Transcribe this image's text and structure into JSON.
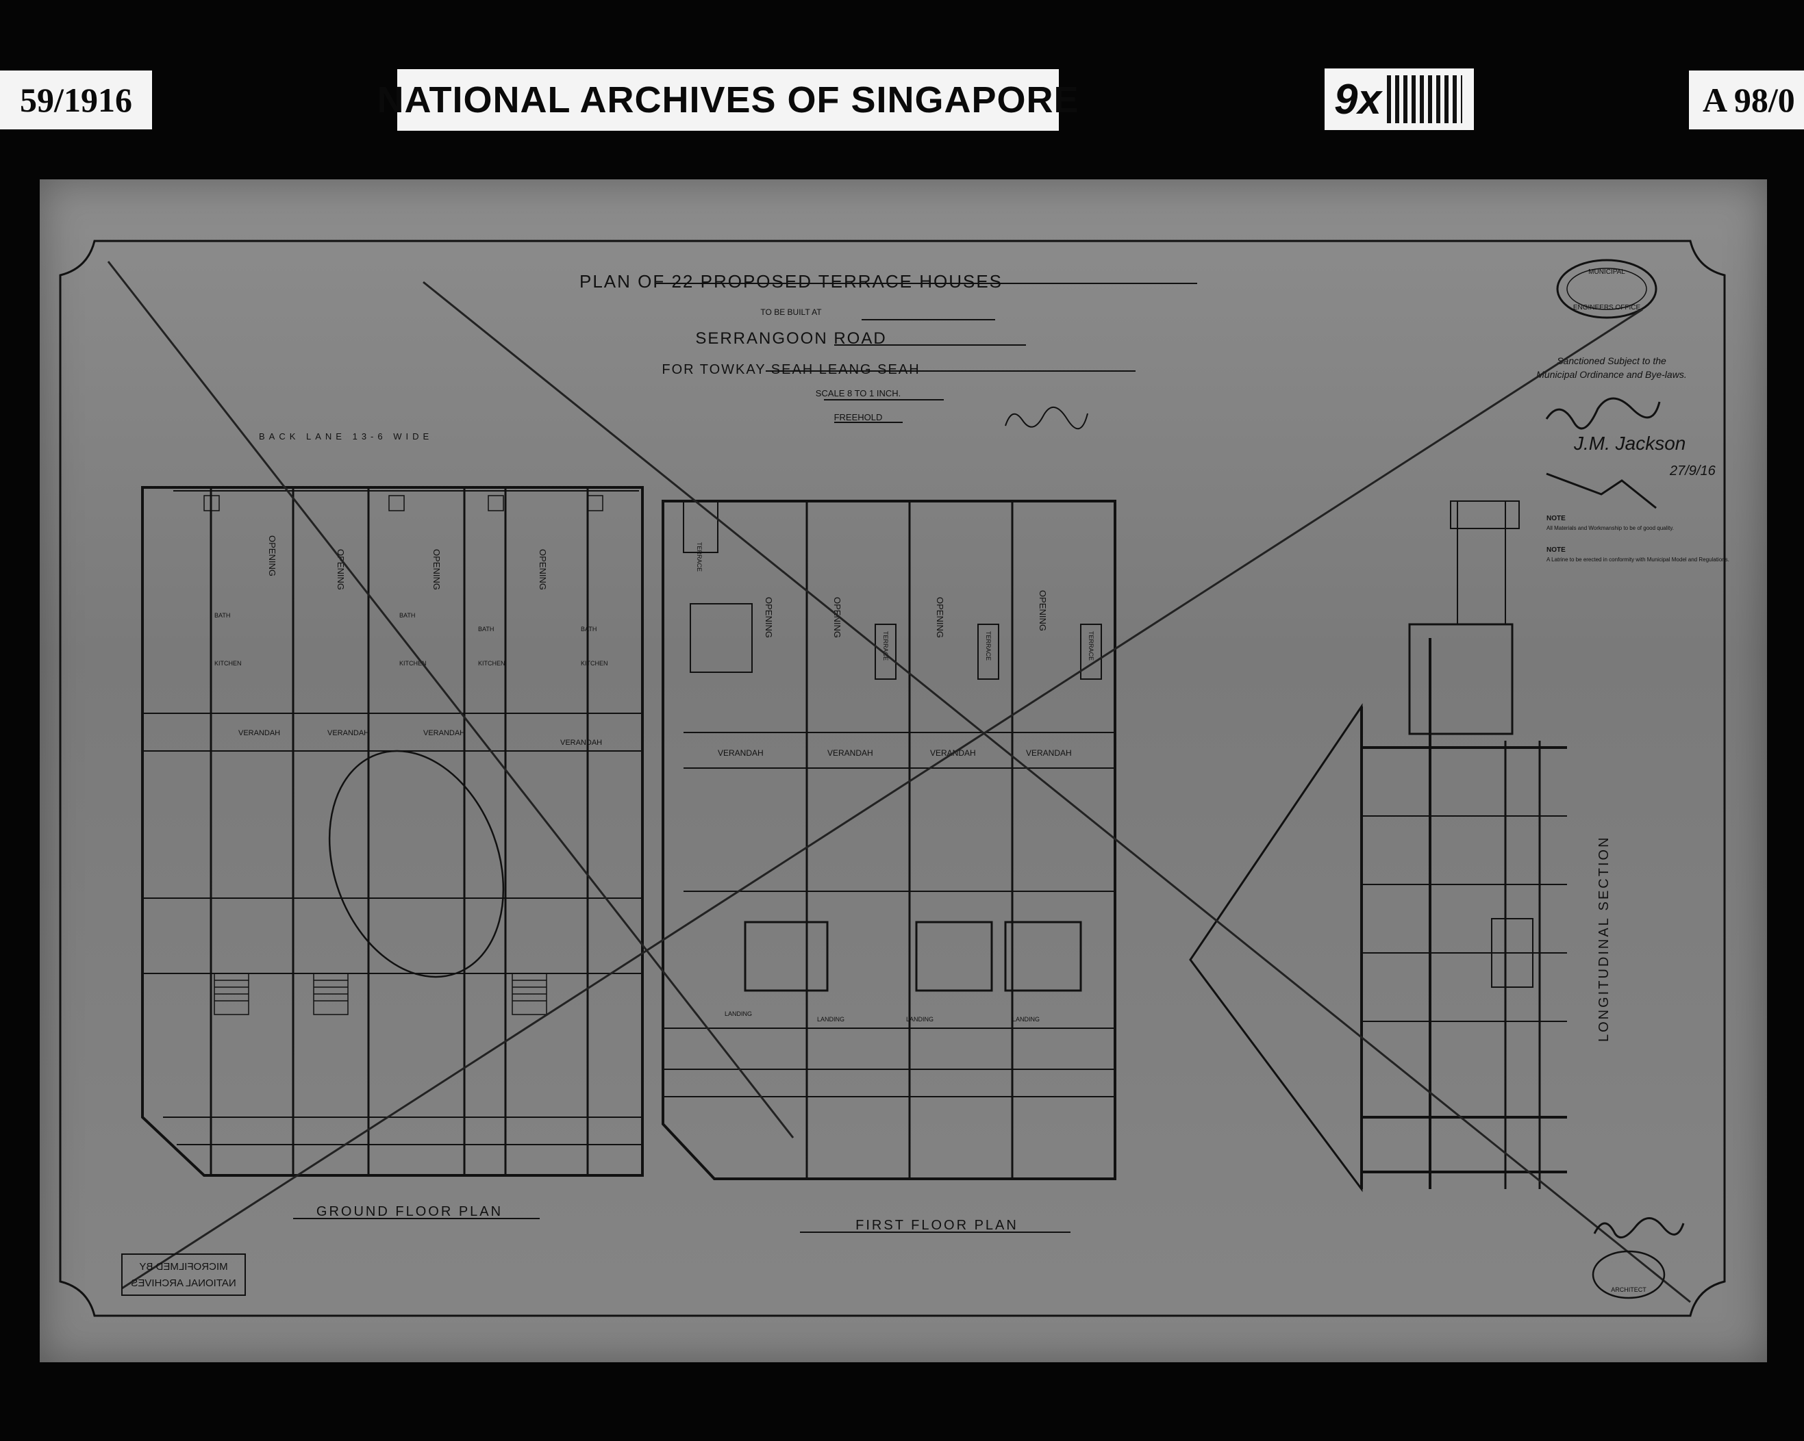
{
  "header": {
    "ref_left": "59/1916",
    "archive_title": "NATIONAL ARCHIVES OF SINGAPORE",
    "reduction_ratio": "9x",
    "ref_right": "A 98/0"
  },
  "title_block": {
    "title": "PLAN OF 22 PROPOSED TERRACE HOUSES",
    "to_be_built": "TO BE BUILT AT",
    "location": "SERRANGOON ROAD",
    "owner": "FOR TOWKAY SEAH LEANG SEAH",
    "scale": "SCALE 8 TO 1 INCH.",
    "tenure": "FREEHOLD"
  },
  "labels": {
    "back_lane": "BACK LANE 13-6 WIDE",
    "ground_floor": "GROUND FLOOR PLAN",
    "first_floor": "FIRST FLOOR PLAN",
    "section": "LONGITUDINAL SECTION",
    "opening": "OPENING",
    "verandah": "VERANDAH",
    "landing": "LANDING",
    "terrace": "TERRACE",
    "bath": "BATH",
    "kitchen": "KITCHEN"
  },
  "municipal_stamp": {
    "top": "MUNICIPAL",
    "bottom": "ENGINEERS OFFICE",
    "sanctioned": "Sanctioned Subject to the",
    "ordinance": "Municipal Ordinance and Bye-laws.",
    "signature": "J.M. Jackson",
    "date": "27/9/16",
    "note1_head": "NOTE",
    "note1": "All Materials and Workmanship to be of good quality.",
    "note2_head": "NOTE",
    "note2": "A Latrine to be erected in conformity with Municipal Model and Regulations."
  },
  "microfilm_stamp": {
    "line1": "MICROFILMED BY",
    "line2": "NATIONAL ARCHIVES"
  },
  "architect_stamp": "ARCHITECT"
}
